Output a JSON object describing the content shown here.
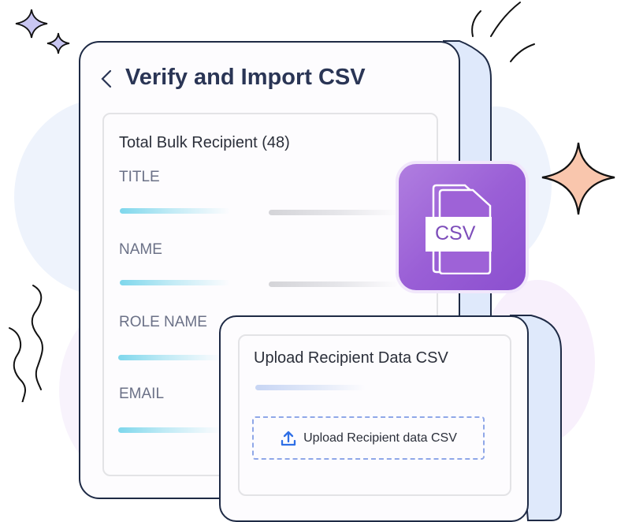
{
  "verify_panel": {
    "title": "Verify and Import CSV",
    "back_icon": "chevron-left-icon",
    "summary_heading": "Total Bulk Recipient (48)",
    "fields": [
      {
        "label": "TITLE"
      },
      {
        "label": "NAME"
      },
      {
        "label": "ROLE NAME"
      },
      {
        "label": "EMAIL"
      }
    ]
  },
  "csv_badge": {
    "text": "CSV",
    "icon": "csv-file-icon",
    "color": "#9a5fd6"
  },
  "upload_panel": {
    "heading": "Upload Recipient Data CSV",
    "button_label": "Upload Recipient data CSV",
    "button_icon": "upload-icon",
    "accent": "#2f6fe6"
  },
  "decorations": {
    "sparkles": [
      "sparkle-icon",
      "sparkle-icon",
      "sparkle-large-icon"
    ],
    "motion_lines": "motion-lines-icon",
    "squiggles": "squiggle-lines-icon"
  }
}
